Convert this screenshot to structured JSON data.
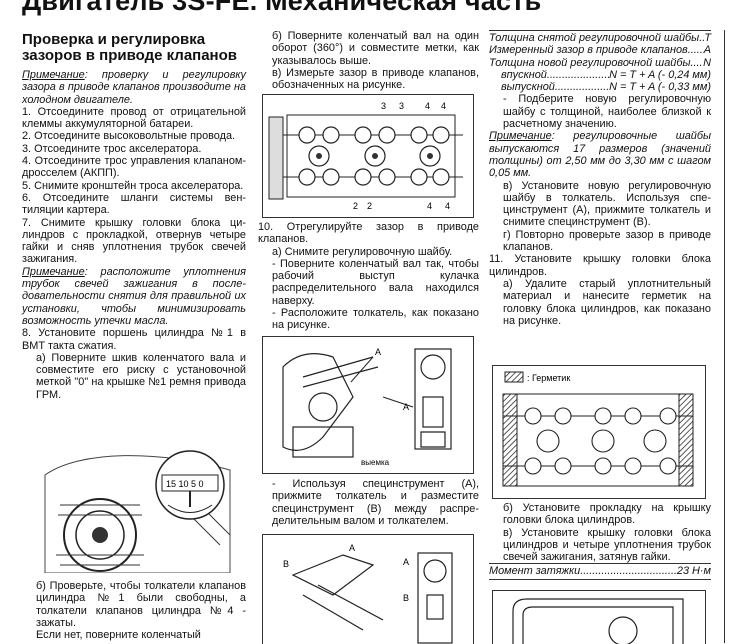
{
  "page_title": "Двигатель 3S-FE. Механическая часть",
  "section_title": "Проверка и регулировка зазоров в приводе клапанов",
  "col1": {
    "note1_label": "Примечание",
    "note1_text": ": проверку и регулировку зазора в приводе клапанов произво­дите на холодном двигателе.",
    "s1": "1. Отсоедините провод от отрица­тельной клеммы аккумуляторной ба­тареи.",
    "s2": "2. Отсоедините высоковольтные провода.",
    "s3": "3. Отсоедините трос акселератора.",
    "s4": "4. Отсоедините трос управления кла­паном-дросселем (АКПП).",
    "s5": "5. Снимите кронштейн троса акселе­ратора.",
    "s6": "6. Отсоедините шланги системы вен­тиляции картера.",
    "s7": "7. Снимите крышку головки блока ци­линдров с прокладкой, отвернув че­тыре гайки и сняв уплотнения трубок свечей зажигания.",
    "note2_label": "Примечание",
    "note2_text": ": расположите уплотне­ния трубок свечей зажигания в после­довательности снятия для правиль­ной их установки, чтобы минимизиро­вать возможность утечки масла.",
    "s8": "8. Установите поршень цилиндра №1 в ВМТ такта сжатия.",
    "s8a": "а) Поверните шкив коленчатого ва­ла и совместите его риску с устано­вочной меткой \"0\" на крышке №1 ремня привода ГРМ.",
    "s8b": "б) Проверьте, чтобы толкатели кла­панов цилиндра №1 были свобод­ны, а толкатели клапанов цилиндра №4 - зажаты.",
    "s8c": "Если нет, поверните коленчатый"
  },
  "col2": {
    "p1": "б) Поверните коленчатый вал на один оборот (360°) и совместите метки, как указывалось выше.",
    "p2": "в) Измерьте зазор в приводе клапа­нов, обозначенных на рисунке.",
    "s10": "10. Отрегулируйте зазор в приводе клапанов.",
    "s10a": "а) Снимите регулировочную шайбу.",
    "s10a1": "- Поверните коленчатый вал так, чтобы рабочий выступ кулачка распределительного вала нахо­дился наверху.",
    "s10a2": "- Расположите толкатель, как пока­зано на рисунке.",
    "s10a3": "- Используя специнструмент (А), прижмите толкатель и разместите специнструмент (В) между распре­делительным валом и толкателем."
  },
  "col3": {
    "r1_label": "Толщина снятой регулировочной шайбы",
    "r1_val": "Т",
    "r2_label": "Измеренный зазор в приводе клапанов",
    "r2_val": "А",
    "r3_label": "Толщина новой регулировочной шайбы",
    "r3_val": "N",
    "r4_label": "впускной",
    "r4_val": "N = T + A (- 0,24 мм)",
    "r5_label": "выпускной",
    "r5_val": "N = T + A (- 0,33 мм)",
    "p1": "- Подберите новую регулировочную шайбу с толщиной, наиболее близ­кой к расчетному значению.",
    "note_label": "Примечание",
    "note_text": ": регулировочные шайбы выпускаются 17 размеров (значений толщины) от 2,50 мм до 3,30 мм с шагом 0,05 мм.",
    "p2": "в) Установите новую регулировочную шайбу в толкатель. Используя спе­цинструмент (А), прижмите толкатель и снимите специнструмент (В).",
    "p3": "г) Повторно проверьте зазор в при­воде клапанов.",
    "s11": "11. Установите крышку головки блока цилиндров.",
    "s11a": "а) Удалите старый уплотнительный материал и нанесите герметик на головку блока цилиндров, как пока­зано на рисунке.",
    "s11b": "б) Установите прокладку на крышку головки блока цилиндров.",
    "s11c": "в) Установите крышку головки блока цилиндров и четыре уплотнения тру­бок свечей зажигания, затянув гайки.",
    "torque_label": "Момент затяжки",
    "torque_val": "23 Н·м"
  },
  "figures": {
    "valves_top_labels": [
      "3",
      "3",
      "4",
      "4"
    ],
    "valves_bottom_labels": [
      "2",
      "2",
      "4",
      "4"
    ],
    "fig_a_label": "А",
    "fig_notch": "выемка",
    "fig_ab_labels": [
      "А",
      "В",
      "А",
      "В"
    ],
    "pulley_digits": "15 10 5 0",
    "sealant_legend": ": Герметик"
  }
}
